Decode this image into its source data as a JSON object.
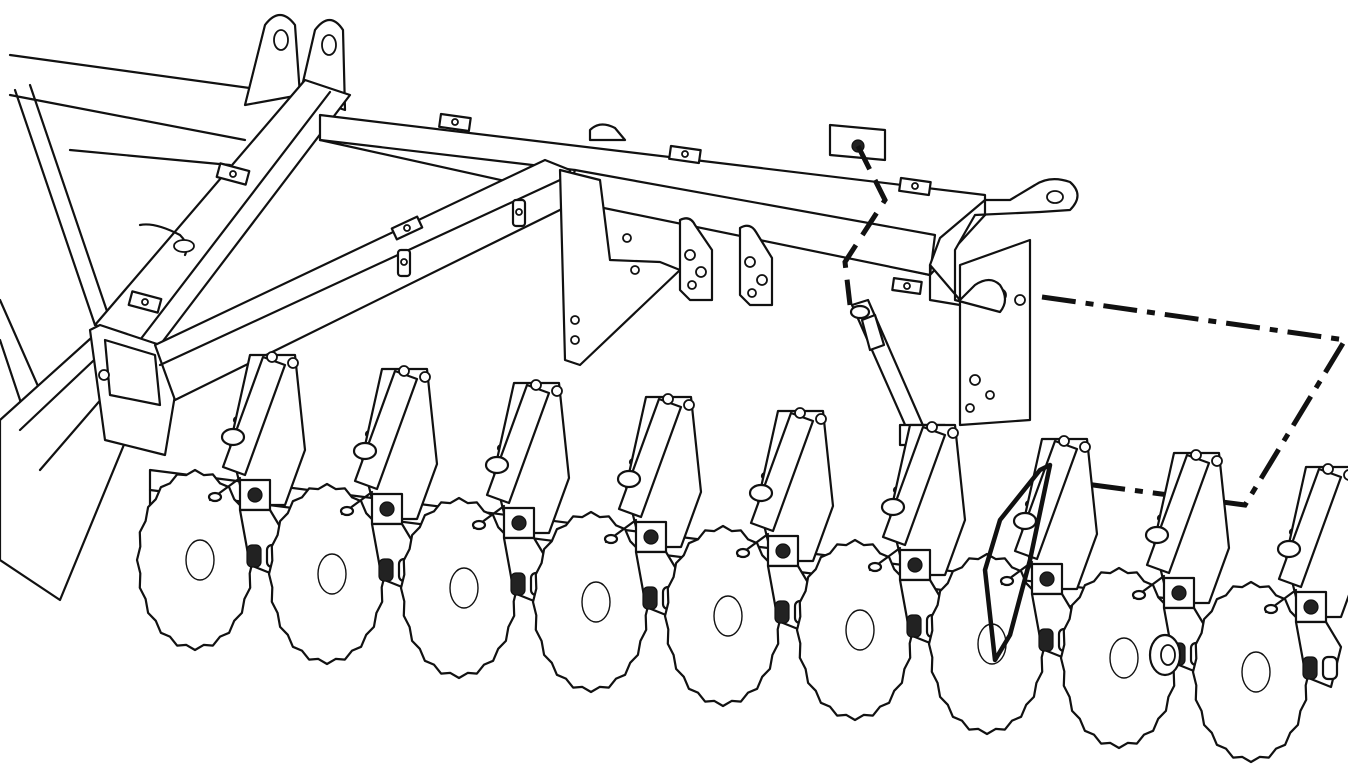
{
  "figure": {
    "subject": "",
    "colors": {
      "line": "#111111",
      "background": "#ffffff"
    },
    "disc_units": [
      {
        "id": 1
      },
      {
        "id": 2
      },
      {
        "id": 3
      },
      {
        "id": 4
      },
      {
        "id": 5
      },
      {
        "id": 6
      },
      {
        "id": 7
      },
      {
        "id": 8
      },
      {
        "id": 9
      }
    ]
  }
}
